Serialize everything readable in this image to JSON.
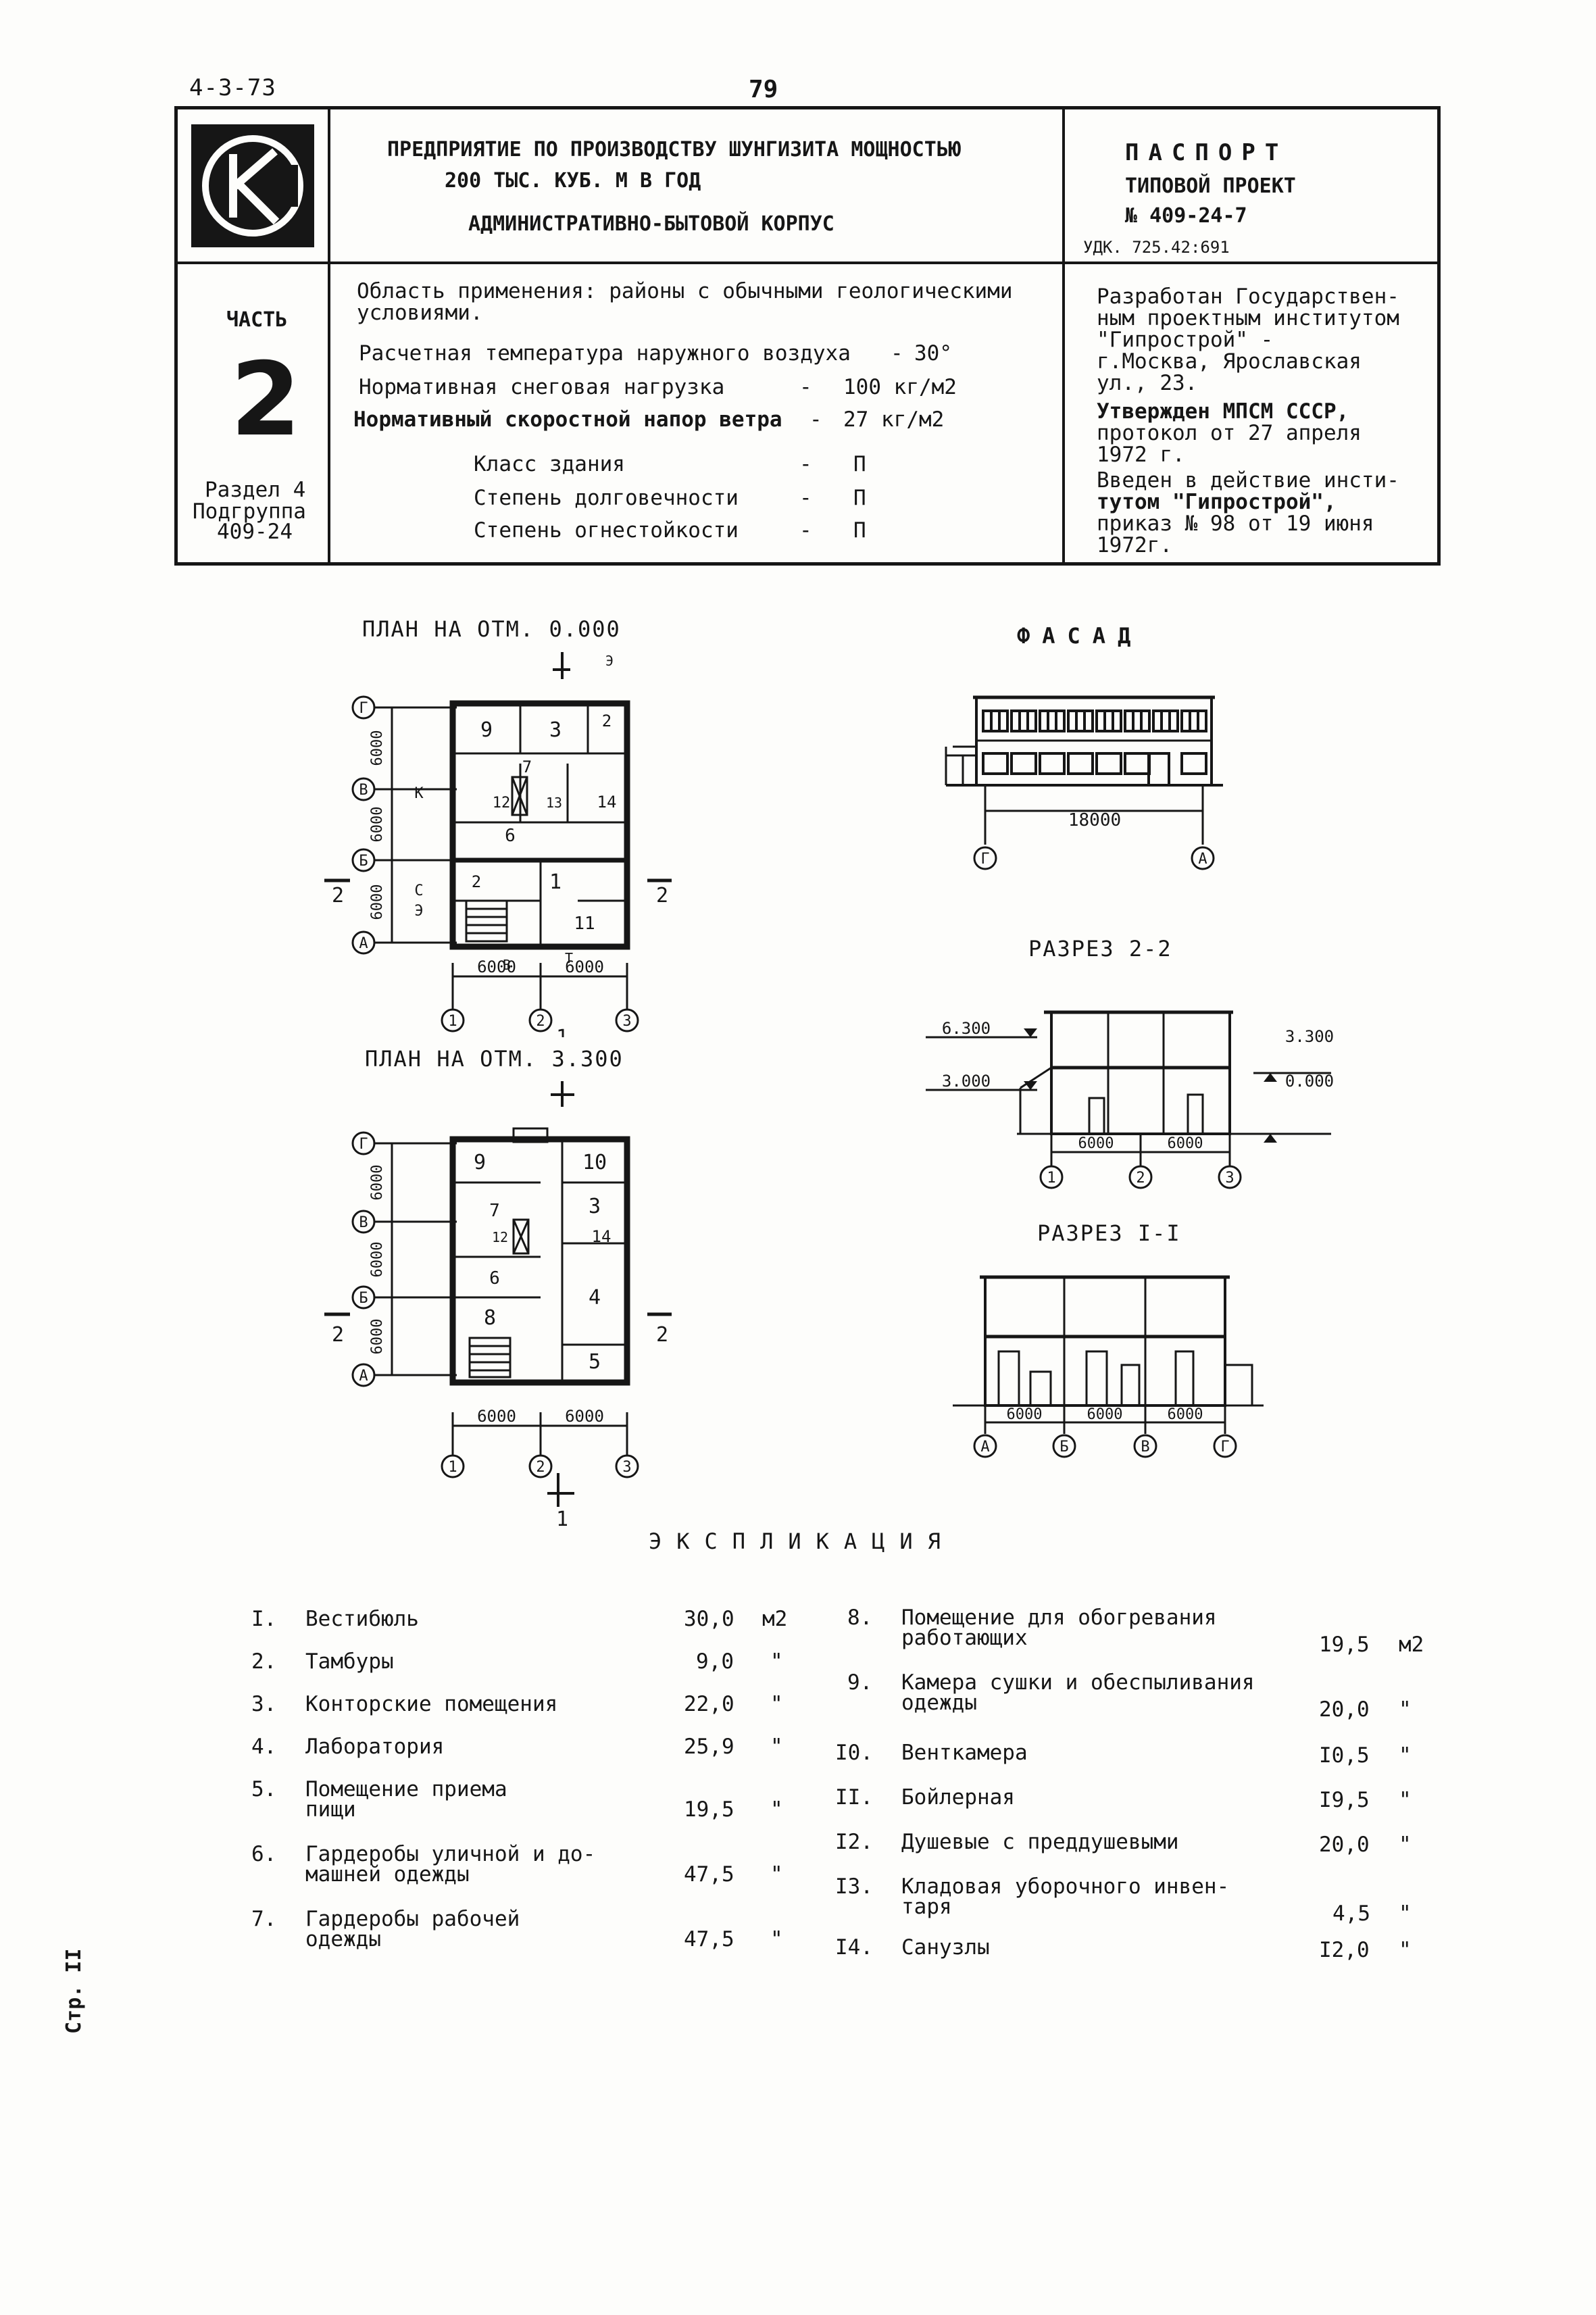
{
  "header": {
    "code": "4-3-73",
    "page_number": "79",
    "side_label": "Стр. II"
  },
  "stamp": {
    "title_line1": "ПРЕДПРИЯТИЕ ПО ПРОИЗВОДСТВУ ШУНГИЗИТА МОЩНОСТЬЮ",
    "title_line2": "200 ТЫС. КУБ. М  В  ГОД",
    "title_line3": "АДМИНИСТРАТИВНО-БЫТОВОЙ КОРПУС",
    "passport": "ПАСПОРТ",
    "project_type": "ТИПОВОЙ ПРОЕКТ",
    "project_no": "№ 409-24-7",
    "udk": "УДК. 725.42:691",
    "part_label": "ЧАСТЬ",
    "part_number": "2",
    "section_line1": "Раздел 4",
    "section_line2": "Подгруппа",
    "section_line3": "409-24",
    "scope_line1": "Область применения: районы с обычными геологическими",
    "scope_line2": "условиями.",
    "params": [
      {
        "label": "Расчетная температура наружного воздуха",
        "dash": "-",
        "value": "30°"
      },
      {
        "label": "Нормативная снеговая нагрузка",
        "dash": "-",
        "value": "100 кг/м2"
      },
      {
        "label": "Нормативный скоростной напор ветра",
        "dash": "-",
        "value": "27 кг/м2"
      }
    ],
    "classes": [
      {
        "label": "Класс здания",
        "dash": "-",
        "value": "П"
      },
      {
        "label": "Степень долговечности",
        "dash": "-",
        "value": "П"
      },
      {
        "label": "Степень огнестойкости",
        "dash": "-",
        "value": "П"
      }
    ],
    "dev_lines": [
      "Разработан Государствен-",
      "ным проектным институтом",
      "\"Гипрострой\" -",
      "г.Москва, Ярославская",
      "ул., 23."
    ],
    "appr_lines": [
      "Утвержден МПСМ СССР,",
      "протокол от 27 апреля",
      "1972 г."
    ],
    "intro_lines": [
      "Введен в действие инсти-",
      "тутом \"Гипрострой\",",
      "приказ № 98 от 19 июня",
      "1972г."
    ]
  },
  "drawings": {
    "plan1_title": "ПЛАН НА ОТМ. 0.000",
    "plan2_title": "ПЛАН НА ОТМ. 3.300",
    "facade_title": "ФАСАД",
    "section22_title": "РАЗРЕЗ  2-2",
    "section11_title": "РАЗРЕЗ  I-I",
    "dim_6000": "6000",
    "dim_18000": "18000",
    "axis_A": "А",
    "axis_B": "Б",
    "axis_V": "В",
    "axis_G": "Г",
    "axis_1": "1",
    "axis_2": "2",
    "axis_3": "3",
    "cut_2": "2",
    "cut_1": "1",
    "mark_6300": "6.300",
    "mark_3000": "3.000",
    "mark_3300": "3.300",
    "mark_0000": "0.000",
    "plan1_rooms": [
      "9",
      "3",
      "2",
      "7",
      "12",
      "13",
      "14",
      "6",
      "2",
      "1",
      "11"
    ],
    "plan1_letters": [
      "К",
      "С",
      "Э",
      "В",
      "Т",
      "Э"
    ],
    "plan2_rooms": [
      "9",
      "10",
      "3",
      "7",
      "12",
      "14",
      "6",
      "4",
      "8",
      "5"
    ]
  },
  "explication": {
    "title": "ЭКСПЛИКАЦИЯ",
    "left": [
      {
        "num": "I.",
        "name1": "Вестибюль",
        "name2": "",
        "area": "30,0",
        "unit": "м2"
      },
      {
        "num": "2.",
        "name1": "Тамбуры",
        "name2": "",
        "area": "9,0",
        "unit": "\""
      },
      {
        "num": "3.",
        "name1": "Конторские помещения",
        "name2": "",
        "area": "22,0",
        "unit": "\""
      },
      {
        "num": "4.",
        "name1": "Лаборатория",
        "name2": "",
        "area": "25,9",
        "unit": "\""
      },
      {
        "num": "5.",
        "name1": "Помещение приема",
        "name2": "пищи",
        "area": "19,5",
        "unit": "\""
      },
      {
        "num": "6.",
        "name1": "Гардеробы уличной и до-",
        "name2": "машней одежды",
        "area": "47,5",
        "unit": "\""
      },
      {
        "num": "7.",
        "name1": "Гардеробы рабочей",
        "name2": "одежды",
        "area": "47,5",
        "unit": "\""
      }
    ],
    "right": [
      {
        "num": "8.",
        "name1": "Помещение для обогревания",
        "name2": "работающих",
        "area": "19,5",
        "unit": "м2"
      },
      {
        "num": "9.",
        "name1": "Камера сушки и обеспыливания",
        "name2": "одежды",
        "area": "20,0",
        "unit": "\""
      },
      {
        "num": "I0.",
        "name1": "Венткамера",
        "name2": "",
        "area": "I0,5",
        "unit": "\""
      },
      {
        "num": "II.",
        "name1": "Бойлерная",
        "name2": "",
        "area": "I9,5",
        "unit": "\""
      },
      {
        "num": "I2.",
        "name1": "Душевые с преддушевыми",
        "name2": "",
        "area": "20,0",
        "unit": "\""
      },
      {
        "num": "I3.",
        "name1": "Кладовая уборочного инвен-",
        "name2": "таря",
        "area": "4,5",
        "unit": "\""
      },
      {
        "num": "I4.",
        "name1": "Санузлы",
        "name2": "",
        "area": "I2,0",
        "unit": "\""
      }
    ]
  }
}
